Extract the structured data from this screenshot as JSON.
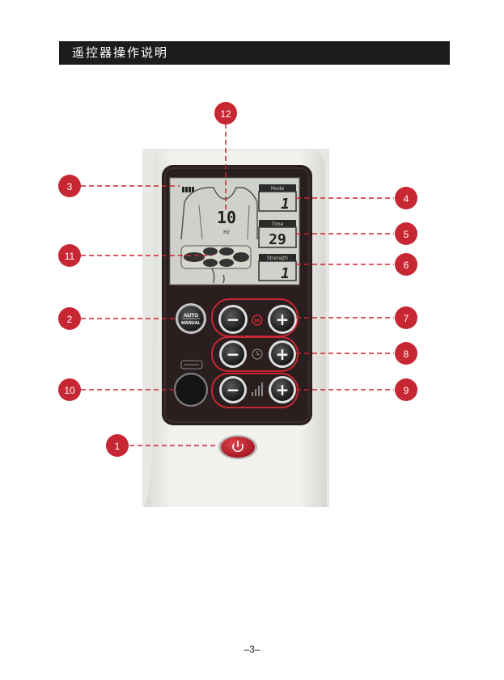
{
  "header": {
    "title": "遥控器操作说明"
  },
  "page_number": "–3–",
  "lcd": {
    "battery_bars": 4,
    "frequency_value": "10",
    "frequency_unit": "Hz",
    "mode_label": "Mode",
    "mode_value": "1",
    "time_label": "Time",
    "time_value": "29",
    "strength_label": "Strength",
    "strength_value": "1"
  },
  "buttons": {
    "auto_label": "AUTO",
    "manual_label": "MANUAL",
    "minus_glyph": "−",
    "plus_glyph": "+",
    "mode_icon_letter": "M"
  },
  "callouts": [
    "1",
    "2",
    "3",
    "4",
    "5",
    "6",
    "7",
    "8",
    "9",
    "10",
    "11",
    "12"
  ],
  "colors": {
    "callout": "#c62733",
    "header_bg": "#1c1c1c",
    "remote_body": "#eeeeea",
    "panel": "#2a1e1e",
    "power": "#c4202c"
  }
}
